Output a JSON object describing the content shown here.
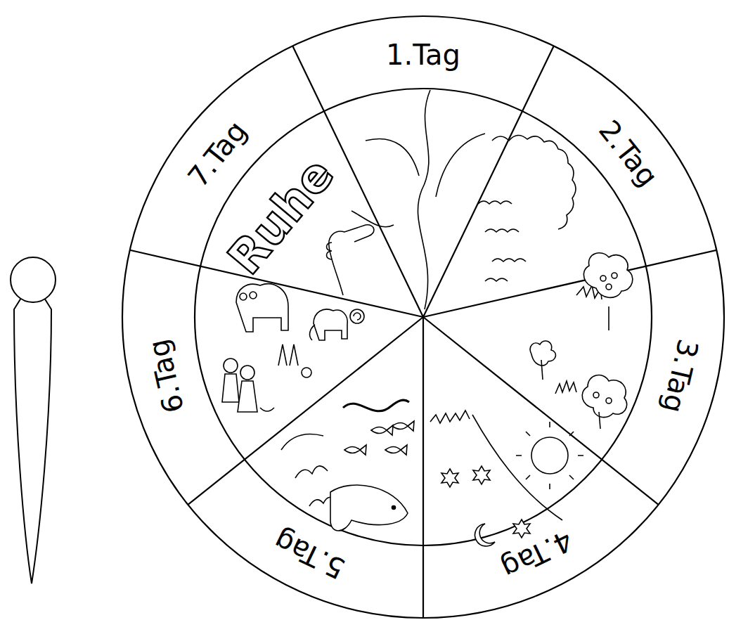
{
  "diagram": {
    "labels": [
      "1.Tag",
      "2.Tag",
      "3.Tag",
      "4.Tag",
      "5.Tag",
      "6.Tag",
      "7.Tag",
      "Ruhe"
    ]
  }
}
